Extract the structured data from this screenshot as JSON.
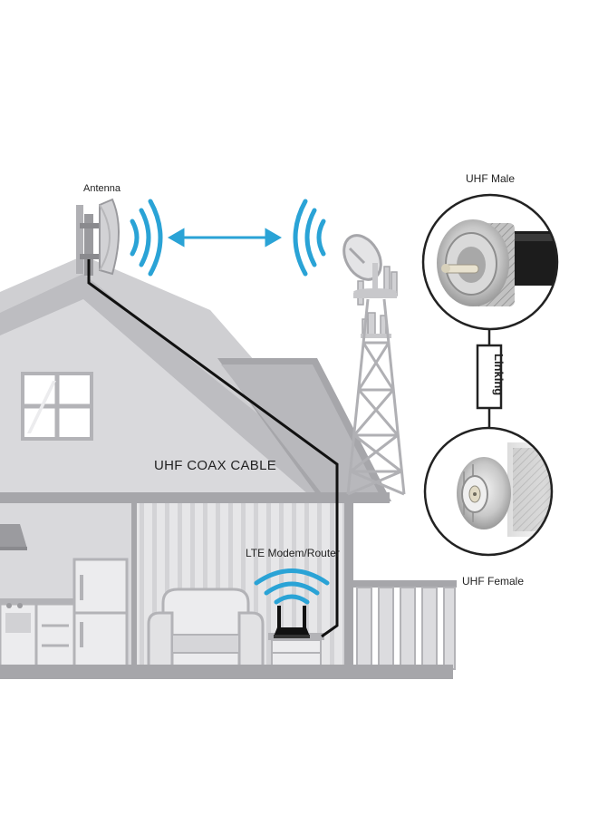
{
  "labels": {
    "antenna": "Antenna",
    "cable": "UHF COAX CABLE",
    "router": "LTE Modem/Router",
    "male": "UHF Male",
    "female": "UHF Female",
    "linking": "Linking"
  },
  "colors": {
    "signal": "#2aa3d6",
    "house_light": "#d9d9dc",
    "house_dark": "#a6a6aa",
    "cable": "#111111",
    "metal": "#c9c9c9"
  },
  "icons": {
    "antenna": "panel-antenna-icon",
    "tower": "cell-tower-icon",
    "router": "wifi-router-icon",
    "male_connector": "uhf-male-connector-icon",
    "female_connector": "uhf-female-connector-icon"
  }
}
